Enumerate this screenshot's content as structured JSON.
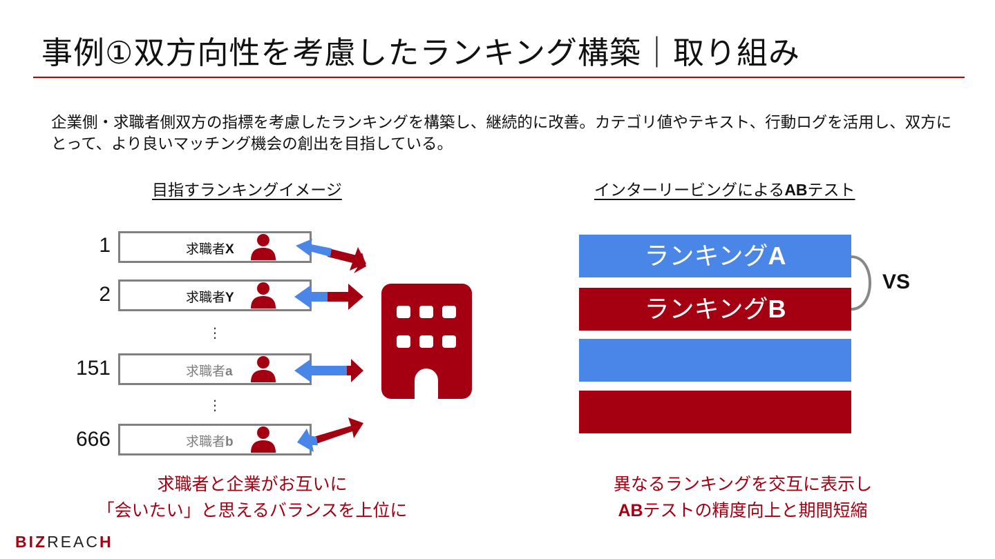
{
  "title": "事例①双方向性を考慮したランキング構築｜取り組み",
  "description": "企業側・求職者側双方の指標を考慮したランキングを構築し、継続的に改善。カテゴリ値やテキスト、行動ログを活用し、双方にとって、より良いマッチング機会の創出を目指している。",
  "left_section": {
    "heading": "目指すランキングイメージ",
    "rows": [
      {
        "rank": "1",
        "label_prefix": "求職者",
        "label_suffix": "X"
      },
      {
        "rank": "2",
        "label_prefix": "求職者",
        "label_suffix": "Y"
      },
      {
        "rank": "151",
        "label_prefix": "求職者",
        "label_suffix": "a"
      },
      {
        "rank": "666",
        "label_prefix": "求職者",
        "label_suffix": "b"
      }
    ],
    "ellipsis": "⋮",
    "caption_line1": "求職者と企業がお互いに",
    "caption_line2": "「会いたい」と思えるバランスを上位に"
  },
  "right_section": {
    "heading_prefix": "インターリービングによる",
    "heading_bold": "AB",
    "heading_suffix": "テスト",
    "ranking_a_prefix": "ランキング",
    "ranking_a_suffix": "A",
    "ranking_b_prefix": "ランキング",
    "ranking_b_suffix": "B",
    "vs": "VS",
    "caption_line1": "異なるランキングを交互に表示し",
    "caption_line2_bold": "AB",
    "caption_line2_rest": "テストの精度向上と期間短縮"
  },
  "logo": {
    "part1": "BIZ",
    "part2": "REAC",
    "part3": "H"
  },
  "colors": {
    "accent_red": "#a50012",
    "blue": "#4a86e8",
    "title_rule": "#c00000",
    "box_border": "#808080"
  }
}
